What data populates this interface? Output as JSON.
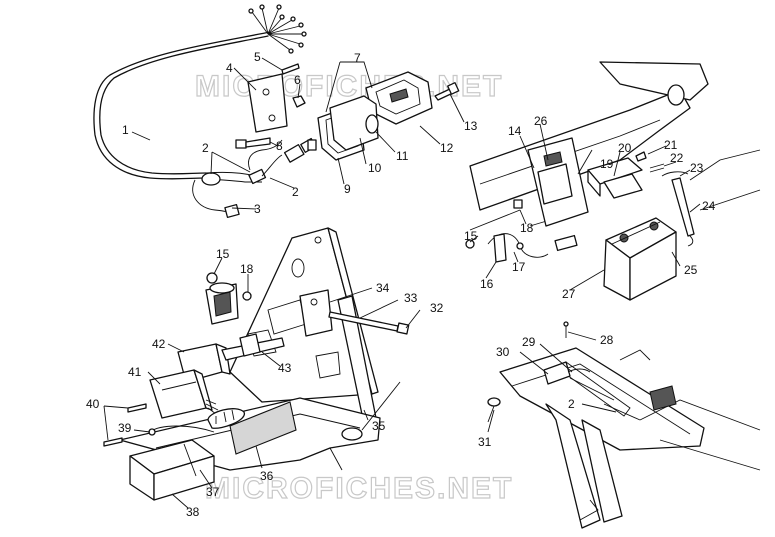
{
  "watermark": "MICROFICHES.NET",
  "callouts": {
    "c1": "1",
    "c2": "2",
    "c3": "3",
    "c4": "4",
    "c5": "5",
    "c6": "6",
    "c7": "7",
    "c8": "8",
    "c9": "9",
    "c10": "10",
    "c11": "11",
    "c12": "12",
    "c13": "13",
    "c14": "14",
    "c15": "15",
    "c16": "16",
    "c17": "17",
    "c18": "18",
    "c19": "19",
    "c20": "20",
    "c21": "21",
    "c22": "22",
    "c23": "23",
    "c24": "24",
    "c25": "25",
    "c26": "26",
    "c27": "27",
    "c28": "28",
    "c29": "29",
    "c30": "30",
    "c31": "31",
    "c32": "32",
    "c33": "33",
    "c34": "34",
    "c35": "35",
    "c36": "36",
    "c37": "37",
    "c38": "38",
    "c39": "39",
    "c40": "40",
    "c41": "41",
    "c42": "42",
    "c43": "43"
  },
  "colors": {
    "line": "#111111",
    "watermark": "#c8c8c8",
    "background": "#ffffff"
  }
}
